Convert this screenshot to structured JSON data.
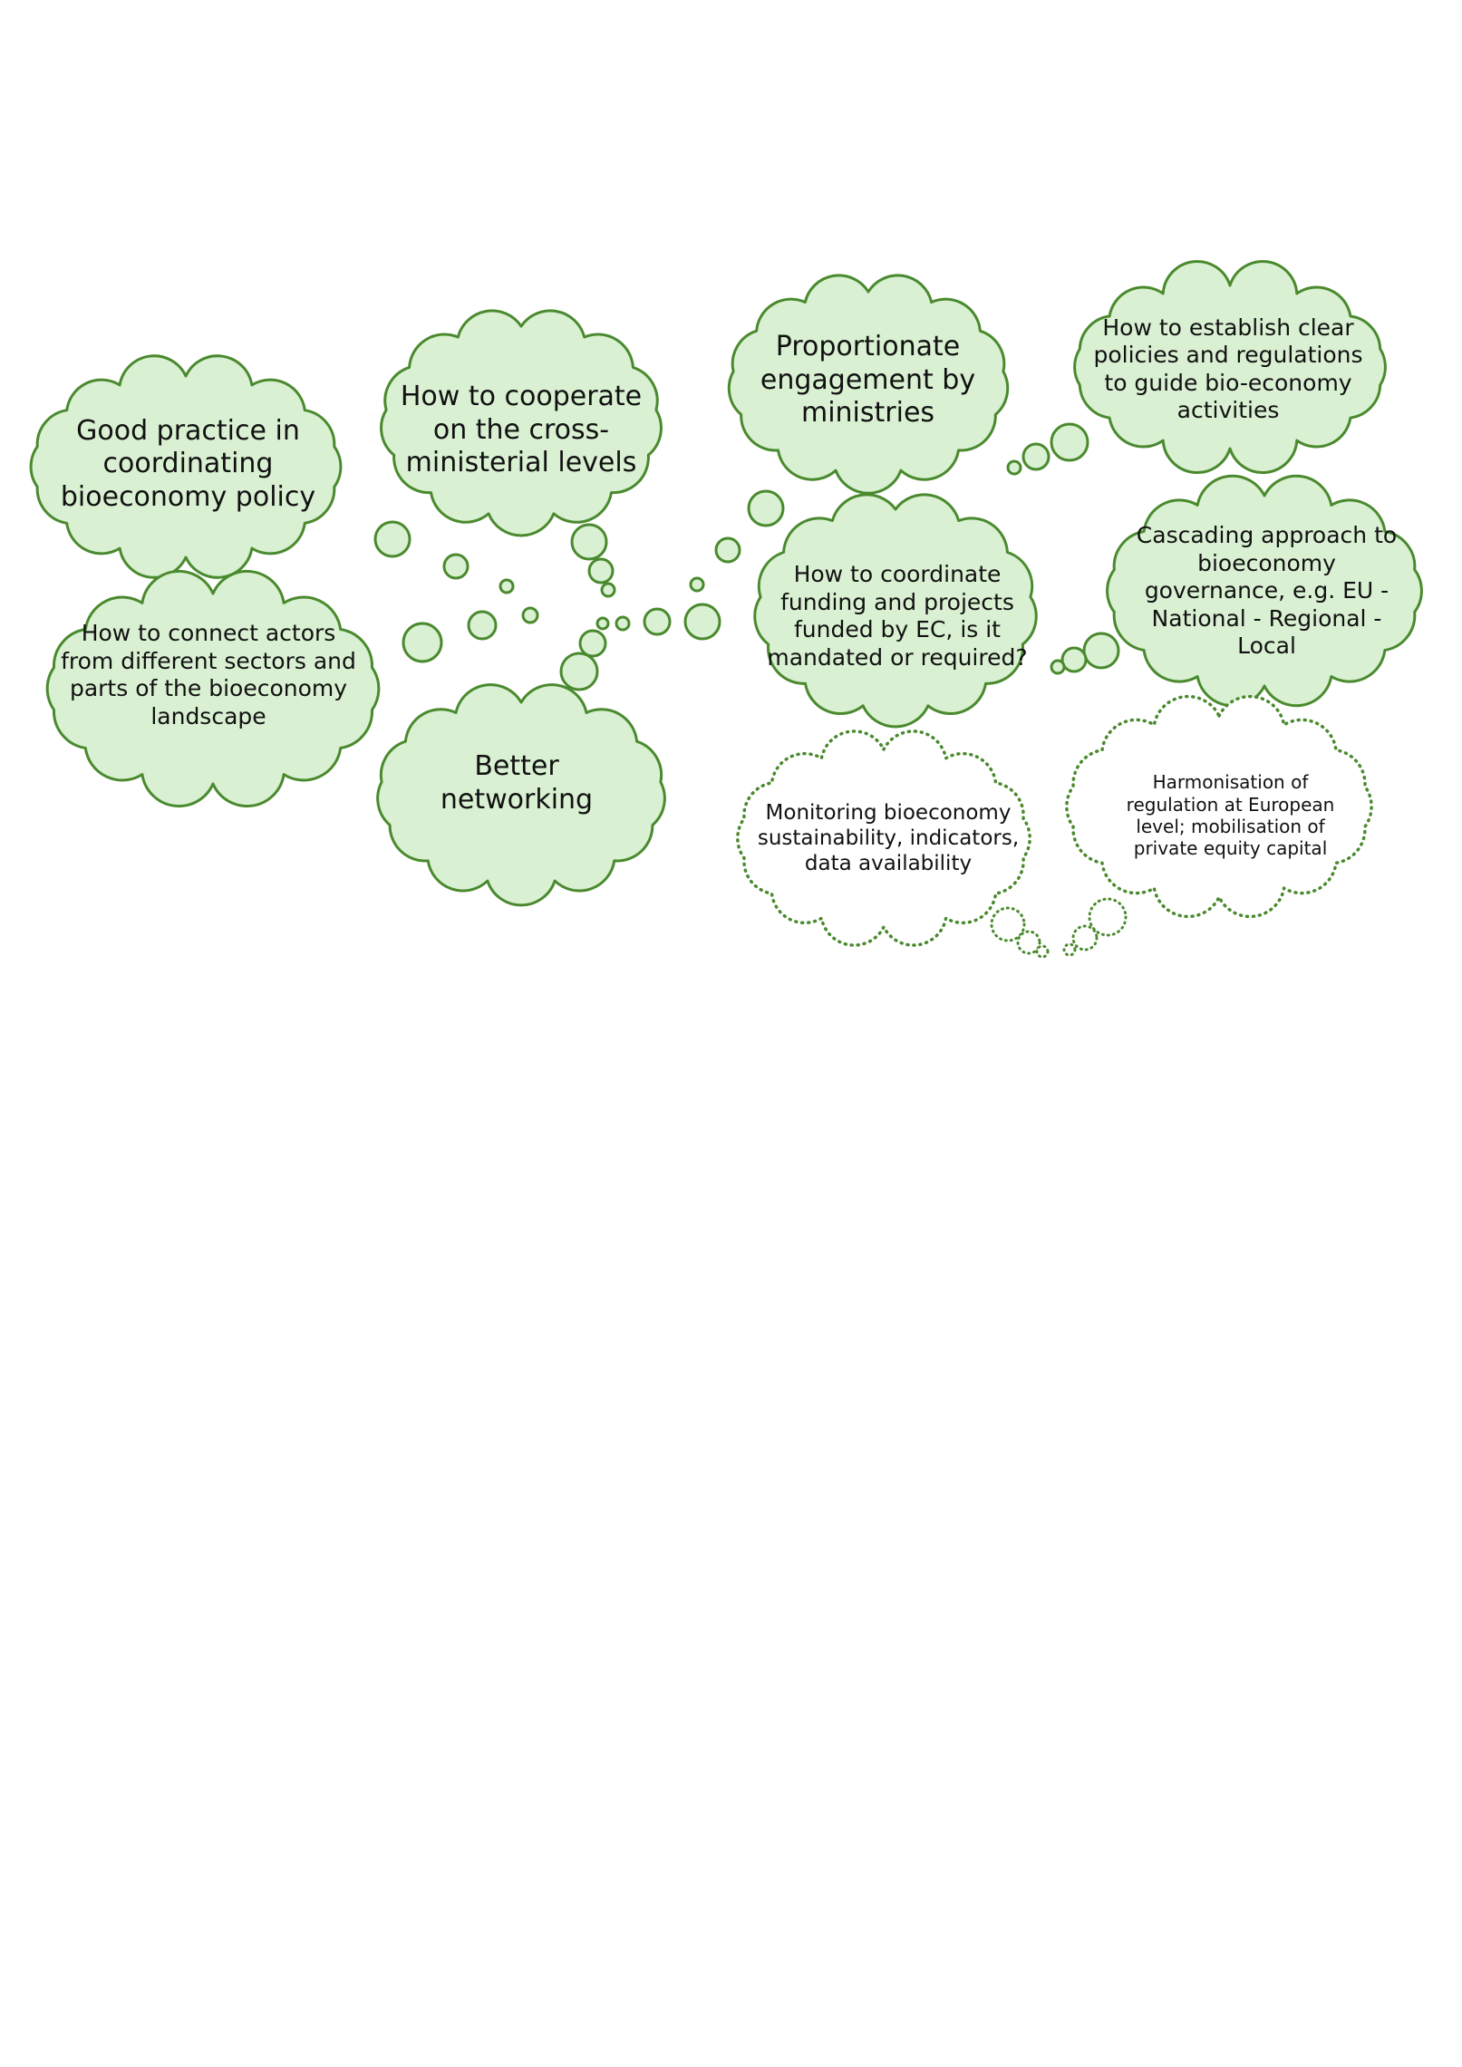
{
  "colors": {
    "cloud_fill": "#d9f0d2",
    "cloud_stroke": "#4a8a2e",
    "dotted_fill": "#ffffff",
    "text": "#111111"
  },
  "clouds": {
    "good_practice": "Good practice in coordinating bioeconomy policy",
    "cooperate": "How to cooperate on the cross-ministerial levels",
    "proportionate": "Proportionate engagement by ministries",
    "establish_policies": "How to establish clear policies and regulations to guide bio-economy activities",
    "connect_actors": "How to connect actors from different sectors and parts of the bioeconomy landscape",
    "better_networking": "Better networking",
    "coordinate_funding": "How to coordinate funding and projects funded by EC, is it mandated or required?",
    "cascading": "Cascading approach to bioeconomy governance, e.g. EU - National - Regional - Local",
    "monitoring": "Monitoring bioeconomy sustainability, indicators, data availability",
    "harmonisation": "Harmonisation of regulation at European level; mobilisation of private equity capital"
  }
}
